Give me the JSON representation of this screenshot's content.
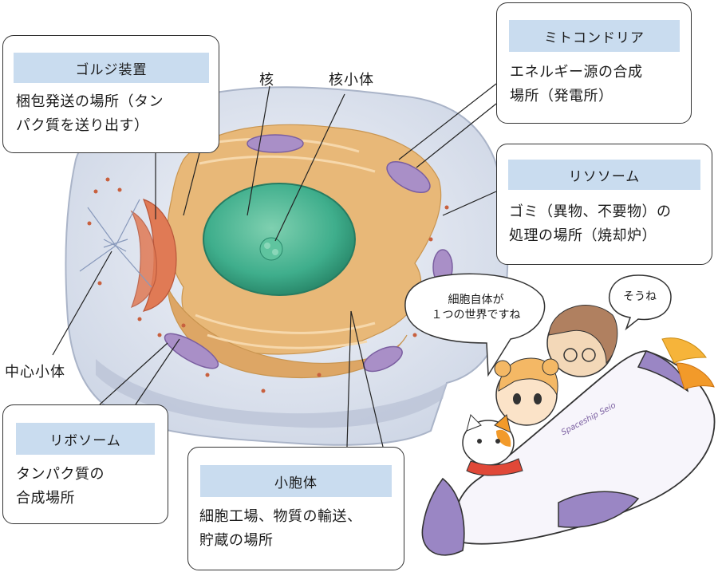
{
  "labels": {
    "nucleus": "核",
    "nucleolus": "核小体",
    "centrosome": "中心小体"
  },
  "callouts": {
    "golgi": {
      "title": "ゴルジ装置",
      "line1": "梱包発送の場所（タン",
      "line2": "パク質を送り出す）"
    },
    "mitochondria": {
      "title": "ミトコンドリア",
      "line1": "エネルギー源の合成",
      "line2": "場所（発電所）"
    },
    "lysosome": {
      "title": "リソソーム",
      "line1": "ゴミ（異物、不要物）の",
      "line2": "処理の場所（焼却炉）"
    },
    "ribosome": {
      "title": "リボソーム",
      "line1": "タンパク質の",
      "line2": "合成場所"
    },
    "er": {
      "title": "小胞体",
      "line1": "細胞工場、物質の輸送、",
      "line2": "貯蔵の場所"
    }
  },
  "speech": {
    "girl_line1": "細胞自体が",
    "girl_line2": "１つの世界ですね",
    "woman": "そうね"
  },
  "rocket_logo": "Spaceship Seio",
  "colors": {
    "header_fill": "#c9dcef",
    "nucleus": "#3fae8c",
    "golgi": "#e07a55",
    "mitochondria": "#a98fc7",
    "er": "#e8b878",
    "cell_body": "#dde3ee"
  }
}
